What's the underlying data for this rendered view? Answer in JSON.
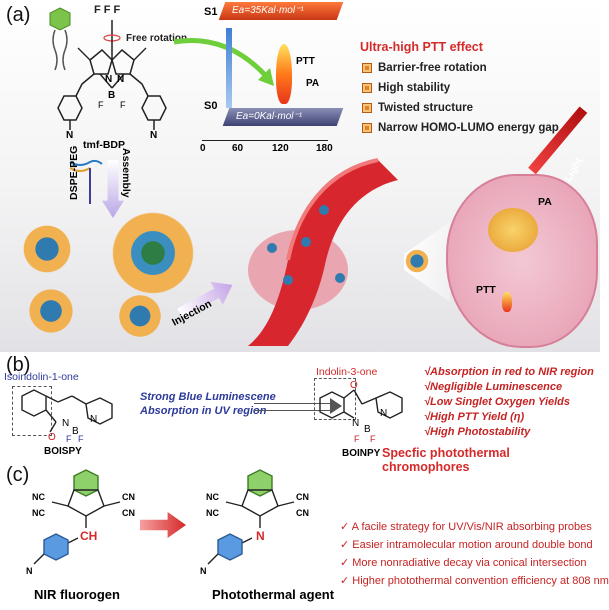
{
  "panel_a": {
    "label": "(a)",
    "cf3": "F F F",
    "free_rotation": "Free rotation",
    "s1": "S1",
    "s0": "S0",
    "ea_top": "Ea=35Kal·mol⁻¹",
    "ea_bottom": "Ea=0Kal·mol⁻¹",
    "ptt": "PTT",
    "pa": "PA",
    "axis_ticks": [
      "0",
      "60",
      "120",
      "180"
    ],
    "effects_title": "Ultra-high PTT effect",
    "effects": [
      "Barrier-free rotation",
      "High stability",
      "Twisted structure",
      "Narrow HOMO-LUMO energy gap"
    ],
    "molecule_name": "tmf-BDP",
    "lipid_name": "DSPE-PEG",
    "assembly": "Assembly",
    "injection": "Injection",
    "light": "Light",
    "pa_cell": "PA",
    "ptt_cell": "PTT"
  },
  "panel_b": {
    "label": "(b)",
    "left_box_label": "Isoindolin-1-one",
    "left_name": "BOISPY",
    "left_props": [
      "Strong Blue Luminescene",
      "Absorption in UV region"
    ],
    "right_box_label": "Indolin-3-one",
    "right_name": "BOINPY",
    "checks": [
      "√Absorption in red to NIR region",
      "√Negligible Luminescence",
      "√Low Singlet Oxygen Yields",
      "√High PTT Yield (η)",
      "√High Photostability"
    ],
    "summary": "Specfic photothermal chromophores"
  },
  "panel_c": {
    "label": "(c)",
    "left_name": "NIR fluorogen",
    "right_name": "Photothermal agent",
    "checks": [
      "✓  A facile strategy for UV/Vis/NIR absorbing probes",
      "✓  Easier intramolecular motion around double bond",
      "✓  More nonradiative decay via conical intersection",
      "✓  Higher photothermal convention efficiency at 808 nm"
    ]
  },
  "colors": {
    "accent_red": "#d42a2a",
    "blue": "#2c3a9a",
    "orange": "#e0832a",
    "bg_a": "#e8e8ea"
  }
}
